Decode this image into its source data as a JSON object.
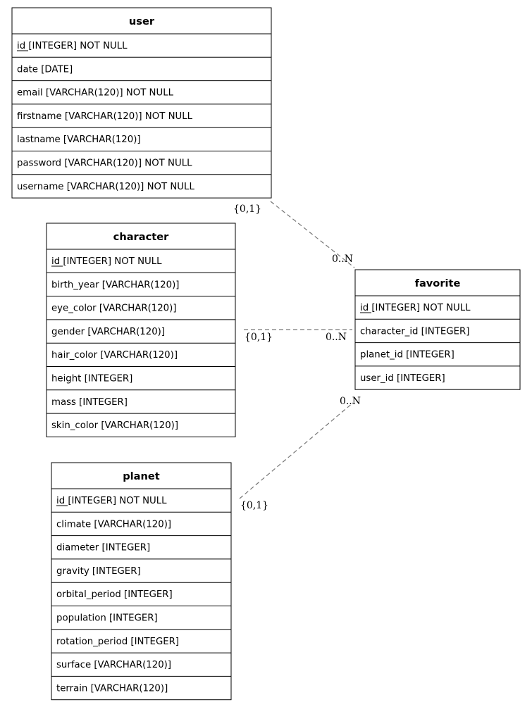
{
  "entities": [
    {
      "key": "user",
      "title": "user",
      "columns": [
        {
          "pk": "id",
          "text": " [INTEGER] NOT NULL"
        },
        {
          "text": "date [DATE]"
        },
        {
          "text": "email [VARCHAR(120)] NOT NULL"
        },
        {
          "text": "firstname [VARCHAR(120)] NOT NULL"
        },
        {
          "text": "lastname [VARCHAR(120)]"
        },
        {
          "text": "password [VARCHAR(120)] NOT NULL"
        },
        {
          "text": "username [VARCHAR(120)] NOT NULL"
        }
      ]
    },
    {
      "key": "character",
      "title": "character",
      "columns": [
        {
          "pk": "id",
          "text": " [INTEGER] NOT NULL"
        },
        {
          "text": "birth_year [VARCHAR(120)]"
        },
        {
          "text": "eye_color [VARCHAR(120)]"
        },
        {
          "text": "gender [VARCHAR(120)]"
        },
        {
          "text": "hair_color [VARCHAR(120)]"
        },
        {
          "text": "height [INTEGER]"
        },
        {
          "text": "mass [INTEGER]"
        },
        {
          "text": "skin_color [VARCHAR(120)]"
        }
      ]
    },
    {
      "key": "favorite",
      "title": "favorite",
      "columns": [
        {
          "pk": "id",
          "text": " [INTEGER] NOT NULL"
        },
        {
          "text": "character_id [INTEGER]"
        },
        {
          "text": "planet_id [INTEGER]"
        },
        {
          "text": "user_id [INTEGER]"
        }
      ]
    },
    {
      "key": "planet",
      "title": "planet",
      "columns": [
        {
          "pk": "id",
          "text": " [INTEGER] NOT NULL"
        },
        {
          "text": "climate [VARCHAR(120)]"
        },
        {
          "text": "diameter [INTEGER]"
        },
        {
          "text": "gravity [INTEGER]"
        },
        {
          "text": "orbital_period [INTEGER]"
        },
        {
          "text": "population [INTEGER]"
        },
        {
          "text": "rotation_period [INTEGER]"
        },
        {
          "text": "surface [VARCHAR(120)]"
        },
        {
          "text": "terrain [VARCHAR(120)]"
        }
      ]
    }
  ],
  "relationships": [
    {
      "from": "user",
      "to": "favorite",
      "from_card": "{0,1}",
      "to_card": "0..N"
    },
    {
      "from": "character",
      "to": "favorite",
      "from_card": "{0,1}",
      "to_card": "0..N"
    },
    {
      "from": "planet",
      "to": "favorite",
      "from_card": "{0,1}",
      "to_card": "0..N"
    }
  ]
}
